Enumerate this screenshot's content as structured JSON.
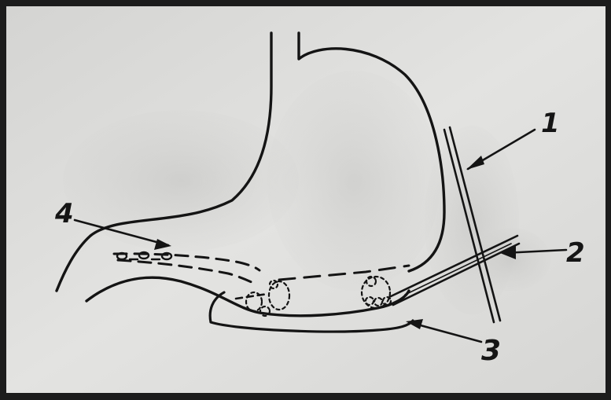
{
  "labels": {
    "one": "1",
    "two": "2",
    "three": "3",
    "four": "4"
  },
  "colors": {
    "paper": "#dcdcda",
    "ink": "#141414",
    "shading": "#b9b9b7",
    "background": "#1c1c1c"
  }
}
